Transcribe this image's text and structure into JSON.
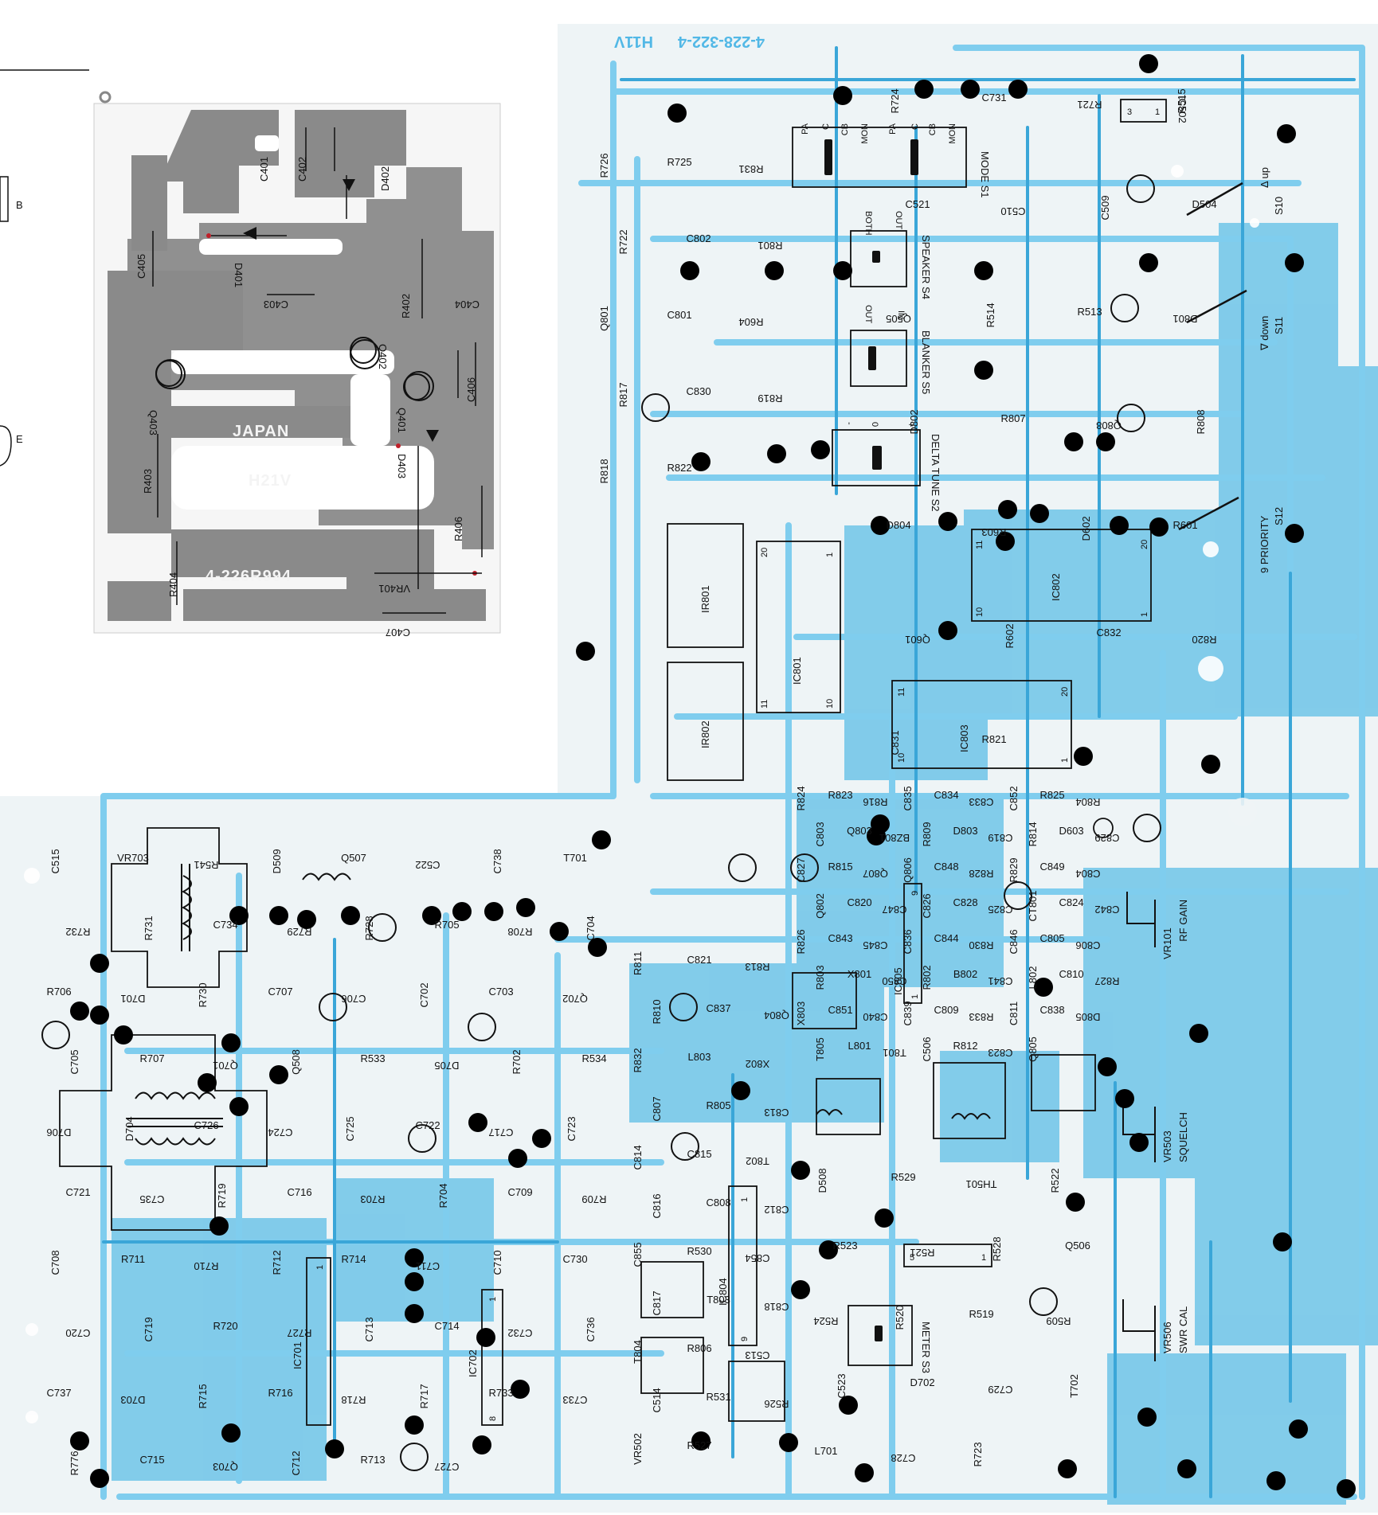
{
  "colors": {
    "paper": "#ffffff",
    "board_light": "#eef4f6",
    "copper_fill": "#6ec4e8",
    "trace": "#7fcdee",
    "trace_dark": "#3aa6d8",
    "grey_board": "#8a8a8a",
    "ink": "#111111",
    "pad": "#000000"
  },
  "left_edge": {
    "b": "B",
    "e": "E"
  },
  "small_board": {
    "origin": "JAPAN",
    "logo_text": "H21V",
    "part_number": "4-226R994",
    "labels": [
      "C401",
      "C402",
      "D402",
      "D401",
      "C405",
      "C403",
      "C404",
      "R402",
      "Q402",
      "Q403",
      "Q401",
      "C406",
      "D403",
      "R403",
      "R406",
      "R404",
      "VR401",
      "C407"
    ]
  },
  "main_board": {
    "code_top": "4-228-322-4",
    "logo_text": "H11V",
    "mode_switch": {
      "name": "MODE S1",
      "positions": [
        "PA",
        "C",
        "CB",
        "MON",
        "PA",
        "C",
        "CB",
        "MON"
      ]
    },
    "speaker_switch": {
      "name": "SPEAKER S4",
      "positions": [
        "BOTH",
        "OUT"
      ]
    },
    "blanker_switch": {
      "name": "BLANKER S5",
      "positions": [
        "OUT",
        "IN"
      ]
    },
    "delta_tune_switch": {
      "name": "DELTA TUNE S2",
      "positions": [
        "-",
        "0",
        "+"
      ]
    },
    "meter_switch": {
      "name": "METER S3"
    },
    "controls": [
      {
        "name": "VR101",
        "function": "RF GAIN"
      },
      {
        "name": "VR503",
        "function": "SQUELCH"
      },
      {
        "name": "VR506",
        "function": "SWR CAL"
      }
    ],
    "buttons": [
      {
        "name": "S10",
        "function": "Δ up"
      },
      {
        "name": "S11",
        "function": "∇ down"
      },
      {
        "name": "S12",
        "function": "9 PRIORITY"
      }
    ],
    "ics": [
      {
        "name": "IC801",
        "pins": [
          "20",
          "1",
          "11",
          "10"
        ]
      },
      {
        "name": "IC802",
        "pins": [
          "11",
          "20",
          "10",
          "1"
        ]
      },
      {
        "name": "IC803",
        "pins": [
          "11",
          "20",
          "10",
          "1"
        ]
      },
      {
        "name": "IC804",
        "pins": [
          "1",
          "9"
        ]
      },
      {
        "name": "IC805",
        "pins": [
          "9",
          "1"
        ]
      },
      {
        "name": "IC701",
        "pins": [
          "1"
        ]
      },
      {
        "name": "IC702",
        "pins": [
          "1",
          "8"
        ]
      },
      {
        "name": "IC502",
        "pins": [
          "1",
          "3"
        ]
      },
      {
        "name": "IR801"
      },
      {
        "name": "IR802"
      }
    ],
    "ic501_pins": [
      "5",
      "1"
    ],
    "labels": [
      "R724",
      "C731",
      "R721",
      "R515",
      "C521",
      "C510",
      "C509",
      "D504",
      "Q505",
      "R514",
      "R513",
      "D801",
      "D802",
      "R807",
      "Q808",
      "R808",
      "D804",
      "R603",
      "D602",
      "R601",
      "Q601",
      "R602",
      "C832",
      "R820",
      "C831",
      "R821",
      "R726",
      "R725",
      "R831",
      "R722",
      "C802",
      "R801",
      "Q801",
      "C801",
      "R604",
      "R817",
      "C830",
      "R819",
      "R818",
      "R822",
      "R824",
      "R823",
      "R816",
      "C835",
      "C834",
      "C833",
      "C852",
      "R825",
      "R804",
      "C803",
      "Q803",
      "BZ801",
      "R809",
      "D803",
      "C819",
      "R814",
      "D603",
      "C829",
      "C827",
      "R815",
      "Q807",
      "Q806",
      "C848",
      "R828",
      "R829",
      "C849",
      "C804",
      "Q802",
      "C820",
      "C847",
      "C826",
      "C828",
      "C825",
      "CT801",
      "C824",
      "C842",
      "R826",
      "C843",
      "C845",
      "C836",
      "C844",
      "R830",
      "C846",
      "C805",
      "C806",
      "R803",
      "X801",
      "C850",
      "R802",
      "B802",
      "C841",
      "L802",
      "C810",
      "R827",
      "X803",
      "C851",
      "C840",
      "C839",
      "C809",
      "R833",
      "C811",
      "C838",
      "D805",
      "T805",
      "L801",
      "T801",
      "C506",
      "R812",
      "C823",
      "Q805",
      "R811",
      "C821",
      "R813",
      "R810",
      "C837",
      "Q804",
      "R832",
      "L803",
      "X802",
      "C807",
      "R805",
      "C813",
      "C814",
      "C815",
      "T802",
      "C816",
      "C808",
      "C812",
      "C855",
      "R530",
      "C854",
      "C817",
      "T803",
      "C818",
      "T804",
      "R806",
      "C513",
      "C514",
      "R531",
      "R526",
      "VR502",
      "R527",
      "D508",
      "R529",
      "TH501",
      "R522",
      "R523",
      "R521",
      "R528",
      "Q506",
      "R524",
      "R520",
      "R519",
      "R509",
      "C523",
      "D702",
      "C729",
      "T702",
      "L701",
      "C728",
      "R723",
      "C515",
      "VR703",
      "R541",
      "D509",
      "Q507",
      "C522",
      "C738",
      "T701",
      "R732",
      "R731",
      "C734",
      "R729",
      "R728",
      "R705",
      "R708",
      "C704",
      "R706",
      "D701",
      "R730",
      "C707",
      "C706",
      "C702",
      "C703",
      "Q702",
      "C705",
      "R707",
      "Q701",
      "Q508",
      "R533",
      "D705",
      "R702",
      "R534",
      "D706",
      "D704",
      "C726",
      "C724",
      "C725",
      "C722",
      "C717",
      "C723",
      "C721",
      "C735",
      "R719",
      "C716",
      "R703",
      "R704",
      "C709",
      "R709",
      "C708",
      "R711",
      "R710",
      "R712",
      "R714",
      "C711",
      "C710",
      "C730",
      "C720",
      "C719",
      "R720",
      "R727",
      "C713",
      "C714",
      "C732",
      "C736",
      "C737",
      "D703",
      "R715",
      "R716",
      "R718",
      "R717",
      "R733",
      "C733",
      "R776",
      "C715",
      "Q703",
      "C712",
      "R713",
      "C727"
    ]
  }
}
